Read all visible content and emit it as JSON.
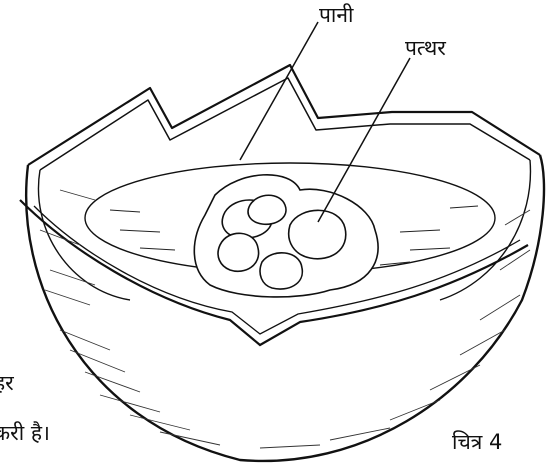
{
  "labels": {
    "water": "पानी",
    "stone": "पत्थर",
    "figure": "चित्र 4"
  },
  "cut_text": {
    "line1": "हर",
    "line2": "करी है।"
  }
}
